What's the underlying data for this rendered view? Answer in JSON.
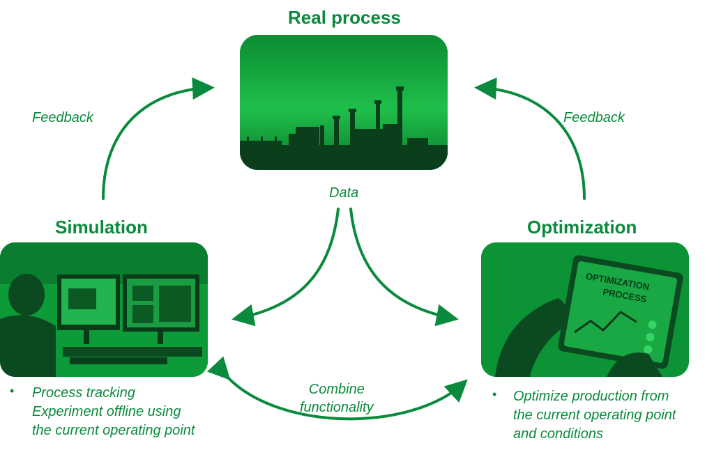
{
  "nodes": {
    "real_process": {
      "title": "Real process"
    },
    "simulation": {
      "title": "Simulation"
    },
    "optimization": {
      "title": "Optimization"
    }
  },
  "edges": {
    "feedback_left": "Feedback",
    "feedback_right": "Feedback",
    "data": "Data",
    "combine_line1": "Combine",
    "combine_line2": "functionality"
  },
  "simulation_bullets": {
    "bullet": "•",
    "line1": "Process tracking",
    "line2": "Experiment offline using",
    "line3": "the current operating point"
  },
  "optimization_bullets": {
    "bullet": "•",
    "line1": "Optimize production from",
    "line2": "the current operating point",
    "line3": "and conditions"
  },
  "optimization_image_text": {
    "line1": "OPTIMIZATION",
    "line2": "PROCESS"
  },
  "colors": {
    "accent": "#0a8a3c",
    "image_tint": "#0b9b36"
  }
}
